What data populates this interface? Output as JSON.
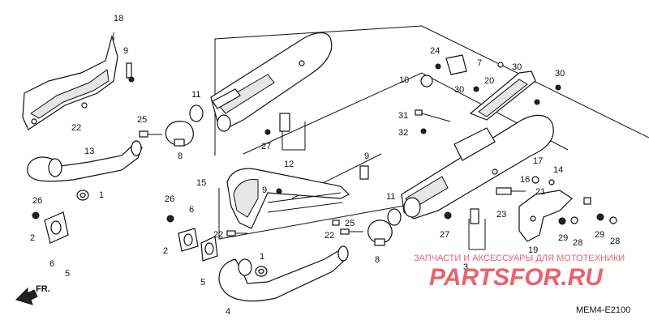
{
  "callouts": [
    "18",
    "9",
    "22",
    "25",
    "8",
    "11",
    "13",
    "1",
    "27",
    "12",
    "15",
    "9",
    "9",
    "26",
    "2",
    "6",
    "5",
    "26",
    "6",
    "2",
    "5",
    "22",
    "4",
    "1",
    "24",
    "7",
    "30",
    "10",
    "20",
    "30",
    "30",
    "31",
    "32",
    "11",
    "17",
    "16",
    "14",
    "21",
    "23",
    "25",
    "22",
    "8",
    "27",
    "3",
    "19",
    "29",
    "28",
    "29",
    "28"
  ],
  "watermark": {
    "caption": "ЗАПЧАСТИ И АКСЕССУАРЫ ДЛЯ МОТОТЕХНИКИ",
    "brand": "PARTSFOR.RU",
    "color": "#e8636f"
  },
  "direction_label": "FR.",
  "diagram_code": "MEM4-E2100"
}
